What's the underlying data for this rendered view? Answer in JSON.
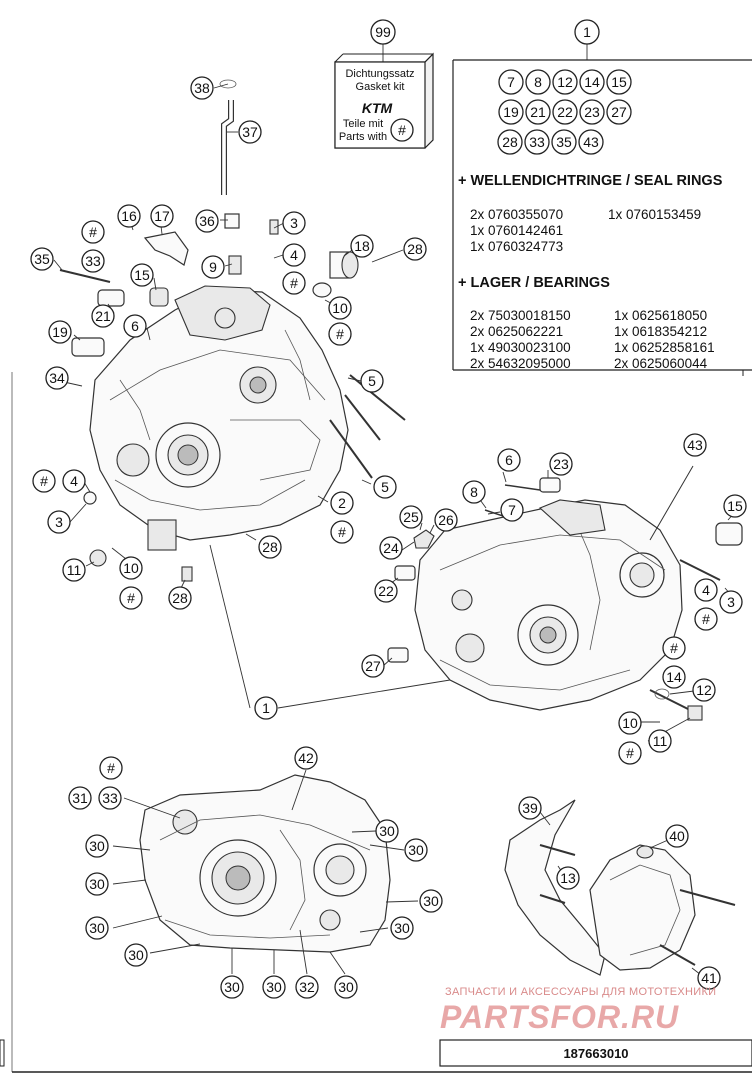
{
  "gasket_kit": {
    "number": "99",
    "line1": "Dichtungssatz",
    "line2": "Gasket kit",
    "brand": "KTM",
    "line3": "Teile mit",
    "line4": "Parts with",
    "symbol": "#"
  },
  "kit_panel": {
    "number": "1",
    "included_parts": [
      "7",
      "8",
      "12",
      "14",
      "15",
      "19",
      "21",
      "22",
      "23",
      "27",
      "28",
      "33",
      "35",
      "43"
    ],
    "seal_heading": "+ WELLENDICHTRINGE / SEAL RINGS",
    "seal_left": [
      "2x 0760355070",
      "1x 0760142461",
      "1x 0760324773"
    ],
    "seal_right": [
      "1x 0760153459"
    ],
    "bearing_heading": "+ LAGER  / BEARINGS",
    "bearing_left": [
      "2x 75030018150",
      "2x 0625062221",
      "1x 49030023100",
      "2x 54632095000"
    ],
    "bearing_right": [
      "1x 0625618050",
      "1x 0618354212",
      "1x 06252858161",
      "2x 0625060044"
    ]
  },
  "callouts": {
    "c38": "38",
    "c37": "37",
    "c36": "36",
    "c9": "9",
    "c3a": "3",
    "c4a": "4",
    "h4a": "#",
    "c18": "18",
    "c28a": "28",
    "c16": "16",
    "c17": "17",
    "h33a": "#",
    "c33a": "33",
    "c35": "35",
    "c15a": "15",
    "c21": "21",
    "c6a": "6",
    "c10a": "10",
    "h10a": "#",
    "c19": "19",
    "c34": "34",
    "c5a": "5",
    "h4b": "#",
    "c4b": "4",
    "c3b": "3",
    "c11a": "11",
    "c10b": "10",
    "h10b": "#",
    "c28b": "28",
    "c28c": "28",
    "c2": "2",
    "h2": "#",
    "c5b": "5",
    "c1b": "1",
    "c43": "43",
    "c6b": "6",
    "c23": "23",
    "c8": "8",
    "c7": "7",
    "c25": "25",
    "c26": "26",
    "c24": "24",
    "c22": "22",
    "c15b": "15",
    "c4c": "4",
    "h4c": "#",
    "c3c": "3",
    "c27": "27",
    "h14": "#",
    "c14": "14",
    "c12": "12",
    "c10c": "10",
    "h10c": "#",
    "c11b": "11",
    "h33b": "#",
    "c31": "31",
    "c33b": "33",
    "c42": "42",
    "c30a": "30",
    "c30b": "30",
    "c30c": "30",
    "c30d": "30",
    "c30e": "30",
    "c30f": "30",
    "c30g": "30",
    "c30h": "30",
    "c30i": "30",
    "c30j": "30",
    "c30k": "30",
    "c32": "32",
    "c39": "39",
    "c13": "13",
    "c40": "40",
    "c41": "41"
  },
  "watermark": {
    "top": "ЗАПЧАСТИ И АКСЕССУАРЫ ДЛЯ МОТОТЕХНИКИ",
    "brand": "PARTSFOR.RU"
  },
  "drawing_number": "187663010"
}
